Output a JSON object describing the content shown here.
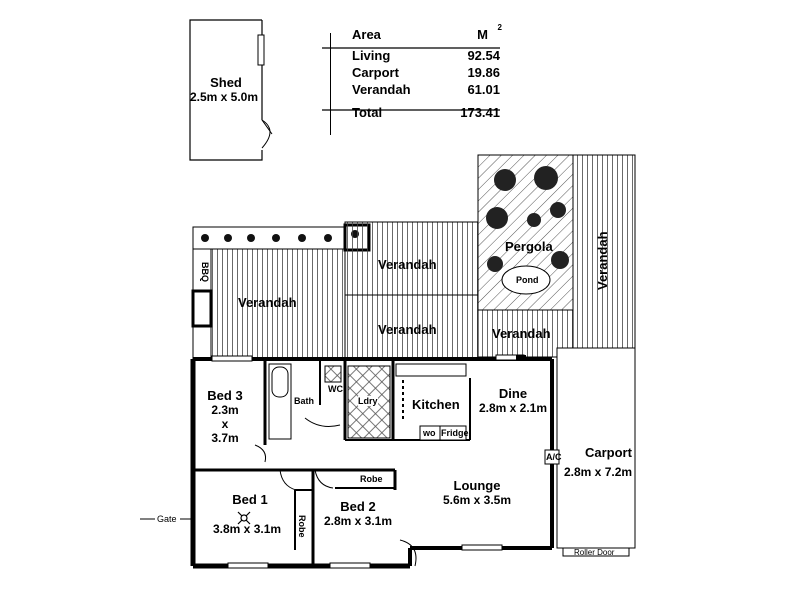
{
  "area_table": {
    "header": "Area",
    "unit": "M",
    "unit_sup": "2",
    "rows": [
      {
        "name": "Living",
        "value": "92.54"
      },
      {
        "name": "Carport",
        "value": "19.86"
      },
      {
        "name": "Verandah",
        "value": "61.01"
      }
    ],
    "total": {
      "name": "Total",
      "value": "173.41"
    }
  },
  "shed": {
    "name": "Shed",
    "size": "2.5m x 5.0m"
  },
  "labels": {
    "bbq": "BBQ",
    "verandah": "Verandah",
    "pergola": "Pergola",
    "pond": "Pond",
    "bath": "Bath",
    "wc": "WC",
    "ldry": "Ldry",
    "kitchen": "Kitchen",
    "wo": "wo",
    "fridge": "Fridge",
    "dine": "Dine",
    "dine_size": "2.8m x 2.1m",
    "bed3": "Bed 3",
    "bed3_w": "2.3m",
    "bed3_x": "x",
    "bed3_h": "3.7m",
    "ac": "A/C",
    "carport": "Carport",
    "carport_size": "2.8m x 7.2m",
    "lounge": "Lounge",
    "lounge_size": "5.6m x 3.5m",
    "robe": "Robe",
    "bed1": "Bed 1",
    "bed1_size": "3.8m x 3.1m",
    "bed2": "Bed 2",
    "bed2_size": "2.8m x 3.1m",
    "gate": "Gate",
    "roller_door": "Roller Door"
  }
}
